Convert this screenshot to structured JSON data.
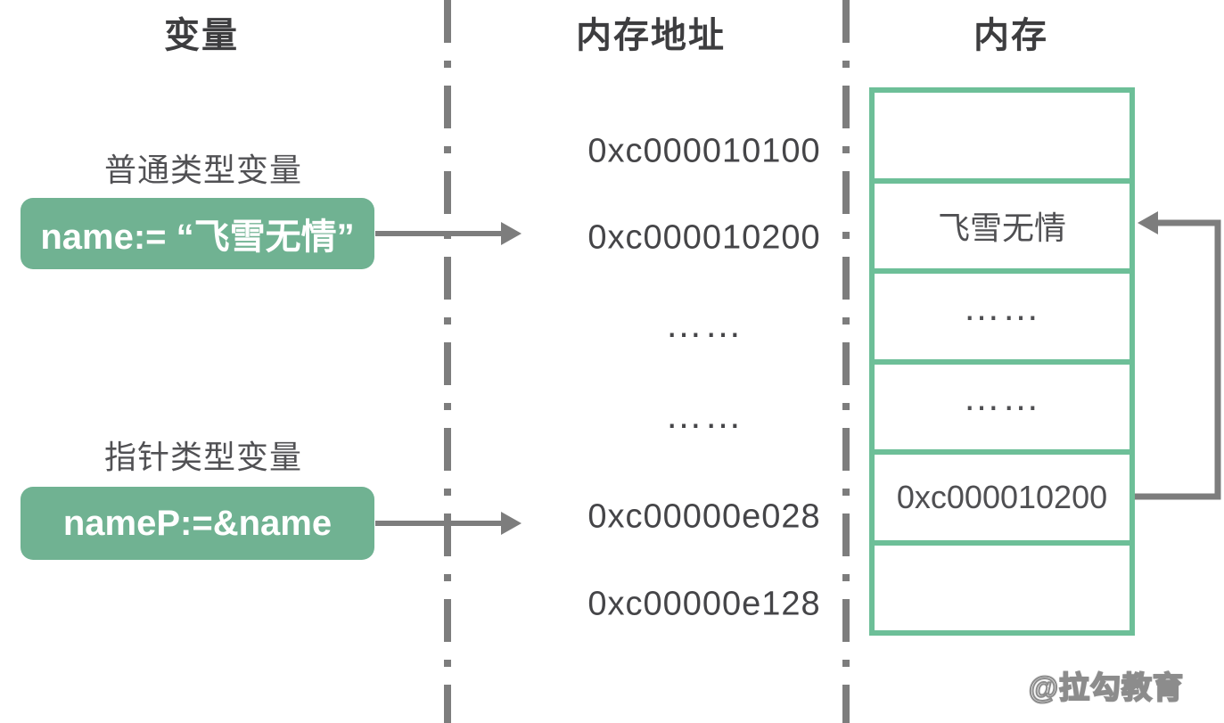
{
  "colors": {
    "box_green": "#70b292",
    "table_green": "#6dbf98",
    "line_gray": "#7d7d7d",
    "text_dark": "#3d3d3f",
    "text_label": "#515154",
    "text_addr": "#454548",
    "text_cell": "#4f4f52",
    "watermark_gray": "#8c8c8c"
  },
  "columns": {
    "variables": "变量",
    "addresses": "内存地址",
    "memory": "内存"
  },
  "variables": {
    "normal": {
      "label": "普通类型变量",
      "code": "name:= “飞雪无情”"
    },
    "pointer": {
      "label": "指针类型变量",
      "code": "nameP:=&name"
    }
  },
  "addresses": [
    "0xc000010100",
    "0xc000010200",
    "……",
    "……",
    "0xc00000e028",
    "0xc00000e128"
  ],
  "memory": [
    "",
    "飞雪无情",
    "……",
    "……",
    "0xc000010200",
    ""
  ],
  "watermark": "@拉勾教育"
}
